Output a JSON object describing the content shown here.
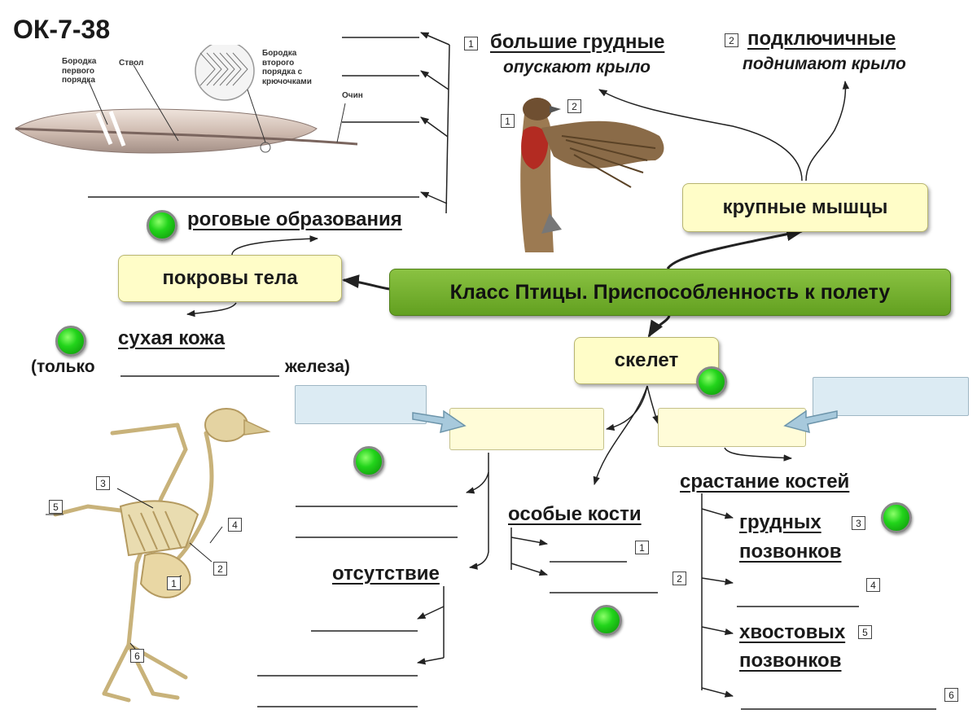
{
  "header": {
    "code": "ОК-7-38"
  },
  "central": {
    "title": "Класс Птицы. Приспособленность к полету"
  },
  "covers": {
    "box": "покровы тела",
    "horny": "роговые образования",
    "dry_skin": "сухая кожа",
    "gland_before": "(только",
    "gland_after": "железа)"
  },
  "feather": {
    "barb1_l1": "Бородка",
    "barb1_l2": "первого",
    "barb1_l3": "порядка",
    "shaft": "Ствол",
    "barb2_l1": "Бородка",
    "barb2_l2": "второго",
    "barb2_l3": "порядка с",
    "barb2_l4": "крючочками",
    "quill": "Очин"
  },
  "muscles": {
    "box": "крупные мышцы",
    "m1_num": "1",
    "m1_title": "большие грудные",
    "m1_sub": "опускают крыло",
    "m2_num": "2",
    "m2_title": "подключичные",
    "m2_sub": "поднимают крыло"
  },
  "skeleton": {
    "box": "скелет",
    "absence": "отсутствие",
    "special": "особые кости",
    "fusion": "срастание костей",
    "thoracic_l1": "грудных",
    "thoracic_l2": "позвонков",
    "tail_l1": "хвостовых",
    "tail_l2": "позвонков"
  },
  "numbers": {
    "n1": "1",
    "n2": "2",
    "n3": "3",
    "n4": "4",
    "n5": "5",
    "n6": "6"
  },
  "colors": {
    "central_green": "#7cb832",
    "box_yellow": "#fffdc8",
    "box_blue": "#dcebf3",
    "dot_green": "#22d41b"
  },
  "icons": [
    "green-dot-icon",
    "feather-image",
    "bird-wing-image",
    "bird-skeleton-image"
  ]
}
